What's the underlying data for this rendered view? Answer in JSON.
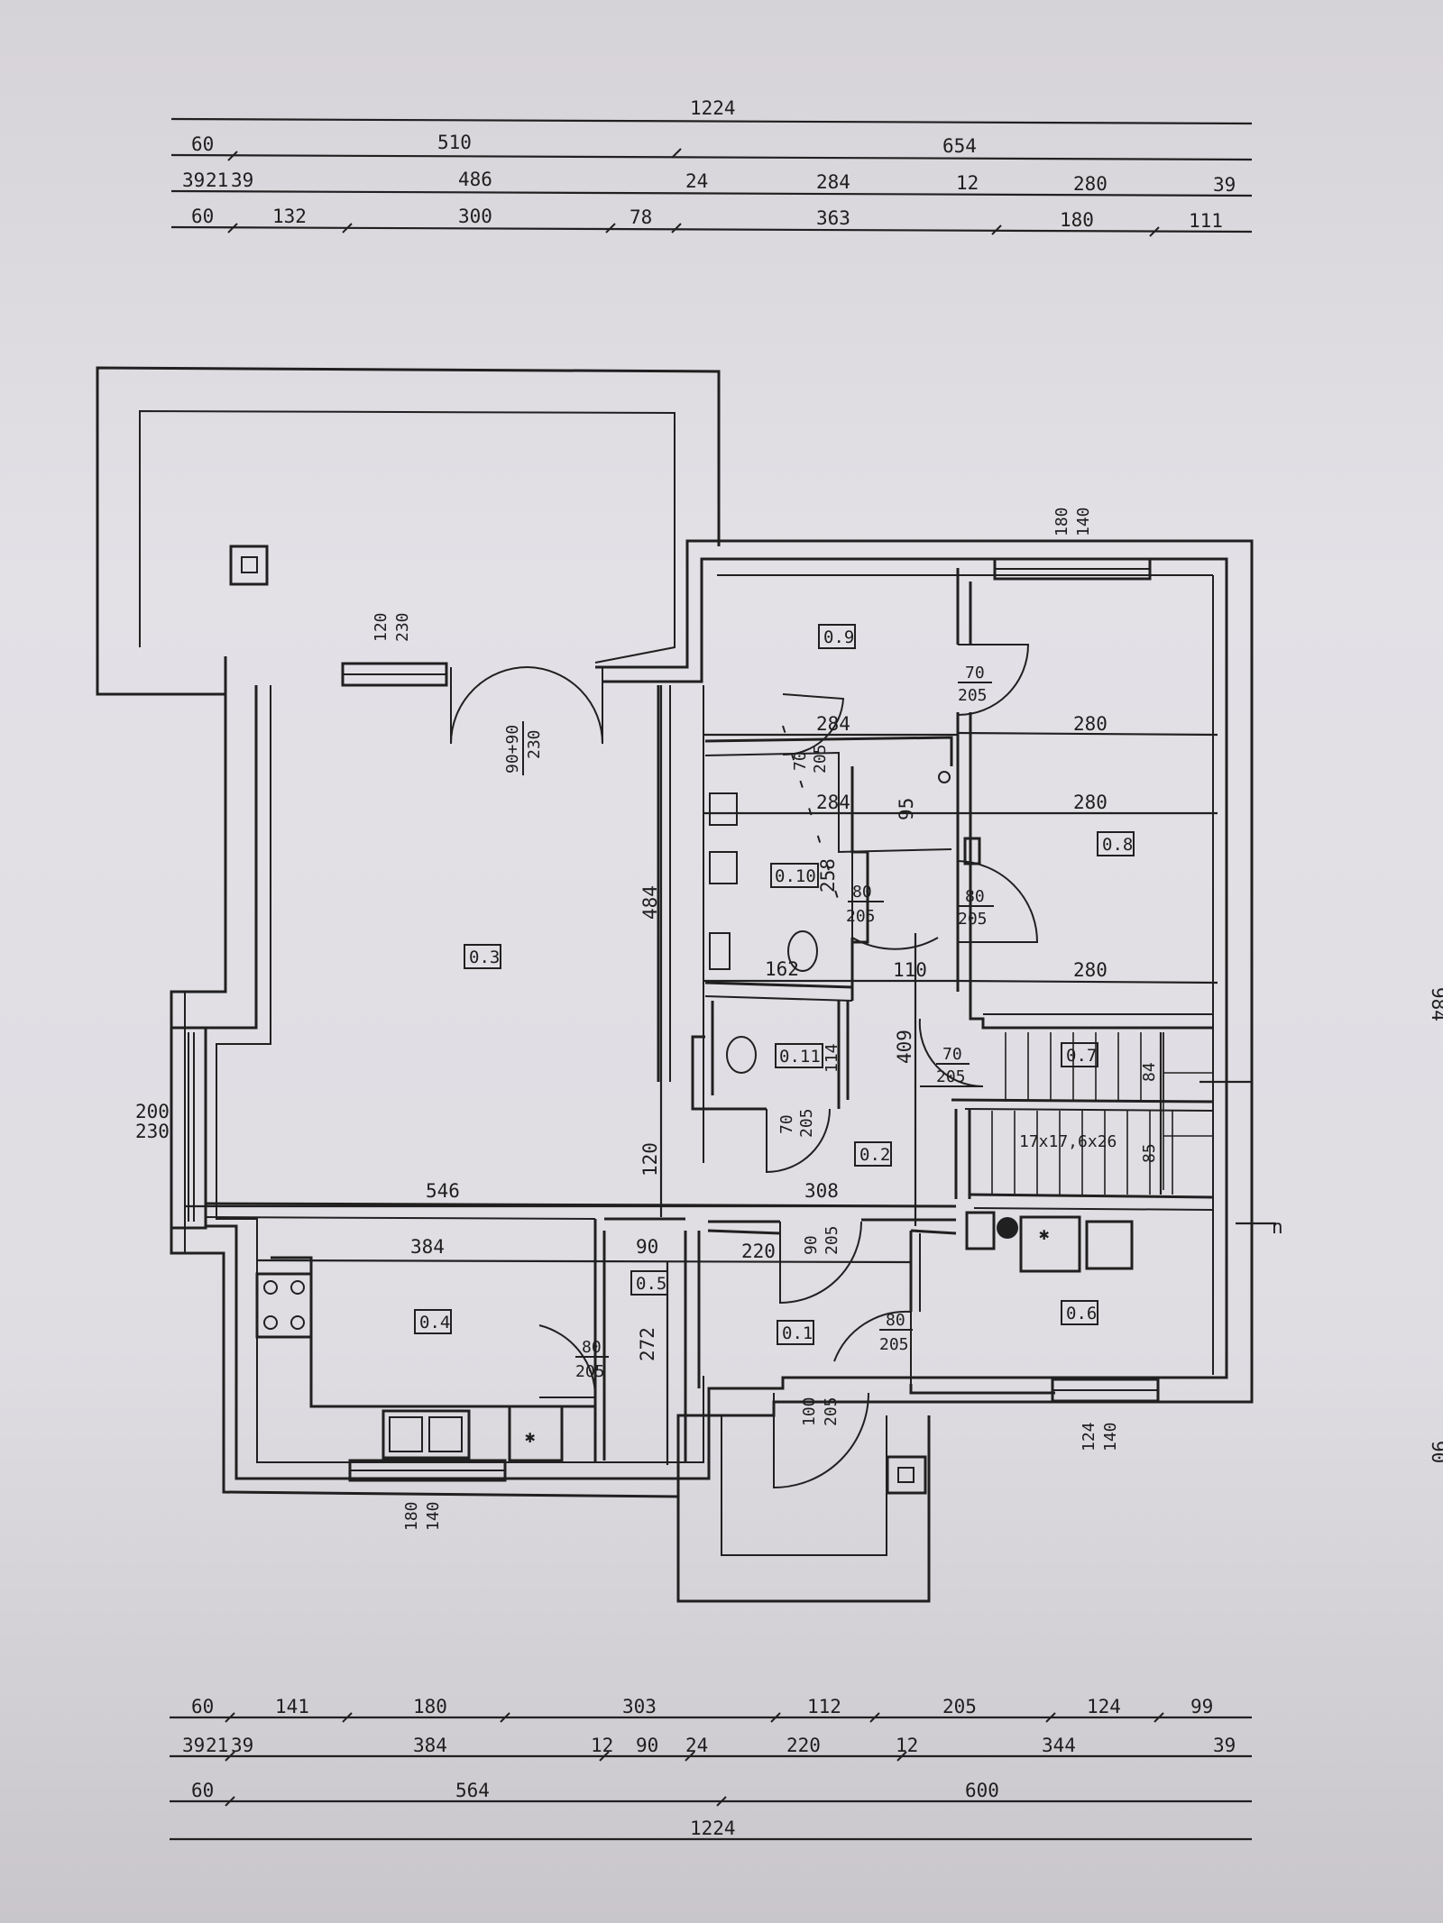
{
  "dimensions_top": {
    "row1": [
      "1224"
    ],
    "row2": [
      "60",
      "510",
      "654"
    ],
    "row3": [
      "39",
      "21",
      "39",
      "486",
      "24",
      "284",
      "12",
      "280",
      "39"
    ],
    "row4": [
      "60",
      "132",
      "300",
      "78",
      "363",
      "180",
      "111"
    ]
  },
  "dimensions_bottom": {
    "row1": [
      "60",
      "141",
      "180",
      "303",
      "112",
      "205",
      "124",
      "99"
    ],
    "row2": [
      "39",
      "21",
      "39",
      "384",
      "12",
      "90",
      "24",
      "220",
      "12",
      "344",
      "39"
    ],
    "row3": [
      "60",
      "564",
      "600"
    ],
    "row4": [
      "1224"
    ]
  },
  "right_edge_labels": [
    "984",
    "90"
  ],
  "rooms": {
    "r03": "0.3",
    "r04": "0.4",
    "r05": "0.5",
    "r01": "0.1",
    "r02": "0.2",
    "r06": "0.6",
    "r07": "0.7",
    "r08": "0.8",
    "r09": "0.9",
    "r010": "0.10",
    "r011": "0.11"
  },
  "interior_dims": {
    "d546": "546",
    "d308": "308",
    "d384": "384",
    "d90": "90",
    "d220": "220",
    "d484": "484",
    "d120": "120",
    "d409": "409",
    "d284a": "284",
    "d284b": "284",
    "d280a": "280",
    "d280b": "280",
    "d280c": "280",
    "d110": "110",
    "d162": "162",
    "d258": "258",
    "d95": "95",
    "d272": "272",
    "d114": "114",
    "d84": "84",
    "d85": "85",
    "d200": "200",
    "d230": "230",
    "stairs": "17x17,6x26",
    "n_label": "n"
  },
  "openings": {
    "win_top_living_a": "120",
    "win_top_living_b": "230",
    "door_terrace_a": "90+90",
    "door_terrace_b": "230",
    "win_ne_a": "180",
    "win_ne_b": "140",
    "door_09_a": "70",
    "door_09_b": "205",
    "door_010_a": "70",
    "door_010_b": "205",
    "door_08a_a": "80",
    "door_08a_b": "205",
    "door_08b_a": "80",
    "door_08b_b": "205",
    "door_07_a": "70",
    "door_07_b": "205",
    "door_011_a": "70",
    "door_011_b": "205",
    "door_05_a": "80",
    "door_05_b": "205",
    "door_02_a": "90",
    "door_02_b": "205",
    "door_01_a": "80",
    "door_01_b": "205",
    "door_entry_a": "100",
    "door_entry_b": "205",
    "win_bottom_kitchen_a": "180",
    "win_bottom_kitchen_b": "140",
    "win_bottom_06_a": "124",
    "win_bottom_06_b": "140"
  },
  "colors": {
    "paper": "#dedce1",
    "ink": "#202020"
  }
}
